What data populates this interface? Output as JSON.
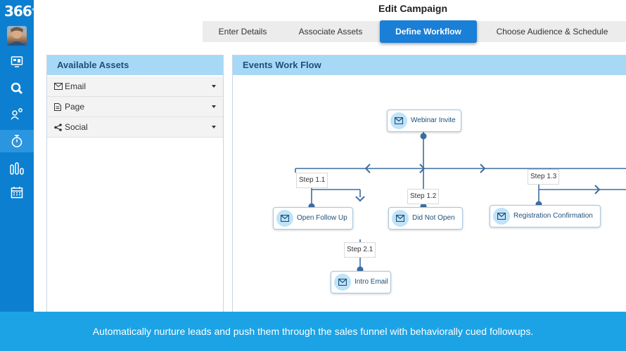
{
  "app": {
    "logo_text": "366",
    "logo_suffix": "°"
  },
  "rail": {
    "items": [
      {
        "icon": "dashboard-icon"
      },
      {
        "icon": "search-icon"
      },
      {
        "icon": "user-settings-icon"
      },
      {
        "icon": "stopwatch-icon",
        "active": true
      },
      {
        "icon": "bar-chart-icon"
      },
      {
        "icon": "calendar-icon"
      }
    ]
  },
  "header": {
    "title": "Edit Campaign"
  },
  "tabs": [
    {
      "label": "Enter Details"
    },
    {
      "label": "Associate Assets"
    },
    {
      "label": "Define Workflow",
      "active": true
    },
    {
      "label": "Choose Audience & Schedule"
    }
  ],
  "assets": {
    "title": "Available Assets",
    "items": [
      {
        "label": "Email",
        "icon": "envelope-icon"
      },
      {
        "label": "Page",
        "icon": "document-icon"
      },
      {
        "label": "Social",
        "icon": "share-icon"
      }
    ]
  },
  "workflow": {
    "title": "Events Work Flow",
    "nodes": [
      {
        "label": "Webinar Invite"
      },
      {
        "label": "Open Follow Up"
      },
      {
        "label": "Did Not Open"
      },
      {
        "label": "Registration Confirmation"
      },
      {
        "label": "Intro Email"
      }
    ],
    "steps": [
      "Step 1.1",
      "Step 1.2",
      "Step 1.3",
      "Step 2.1"
    ]
  },
  "caption": "Automatically nurture leads and push them through the sales funnel with behaviorally cued followups.",
  "colors": {
    "rail": "#0c7fd0",
    "accent": "#1a7fd6",
    "panel_header": "#a7d9f7",
    "caption_bar": "#1ba3e6",
    "line": "#3b6ea0"
  }
}
